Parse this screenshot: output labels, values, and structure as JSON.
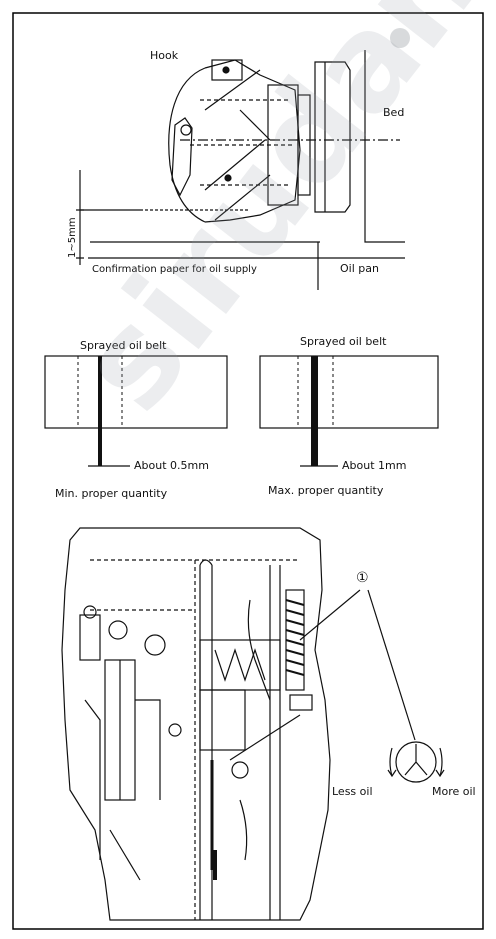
{
  "diagram_top": {
    "label_hook": "Hook",
    "label_bed": "Bed",
    "label_dimension": "1~5mm",
    "label_confirmation_paper": "Confirmation paper for oil supply",
    "label_oil_pan": "Oil pan"
  },
  "diagram_middle": {
    "left_panel": {
      "title": "Sprayed oil belt",
      "measure": "About 0.5mm",
      "caption": "Min. proper quantity"
    },
    "right_panel": {
      "title": "Sprayed oil belt",
      "measure": "About 1mm",
      "caption": "Max. proper quantity"
    }
  },
  "diagram_bottom": {
    "callout_number": "①",
    "label_less_oil": "Less oil",
    "label_more_oil": "More oil"
  },
  "watermark": {
    "text": "sirudan.c"
  }
}
